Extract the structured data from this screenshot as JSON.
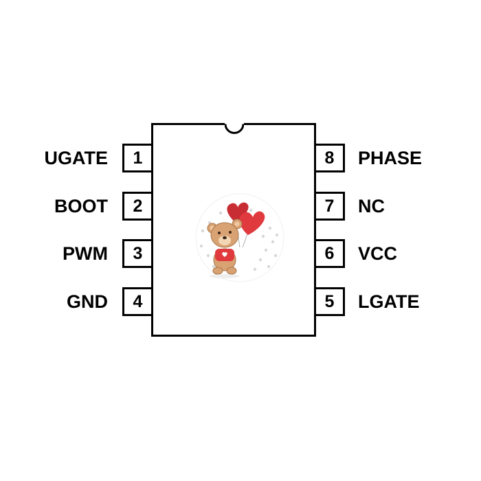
{
  "diagram": {
    "left_pins": [
      {
        "number": "1",
        "label": "UGATE"
      },
      {
        "number": "2",
        "label": "BOOT"
      },
      {
        "number": "3",
        "label": "PWM"
      },
      {
        "number": "4",
        "label": "GND"
      }
    ],
    "right_pins": [
      {
        "number": "8",
        "label": "PHASE"
      },
      {
        "number": "7",
        "label": "NC"
      },
      {
        "number": "6",
        "label": "VCC"
      },
      {
        "number": "5",
        "label": "LGATE"
      }
    ]
  },
  "colors": {
    "outline": "#000000",
    "background": "#ffffff",
    "heart": "#e0393e",
    "bear": "#d9a273"
  }
}
